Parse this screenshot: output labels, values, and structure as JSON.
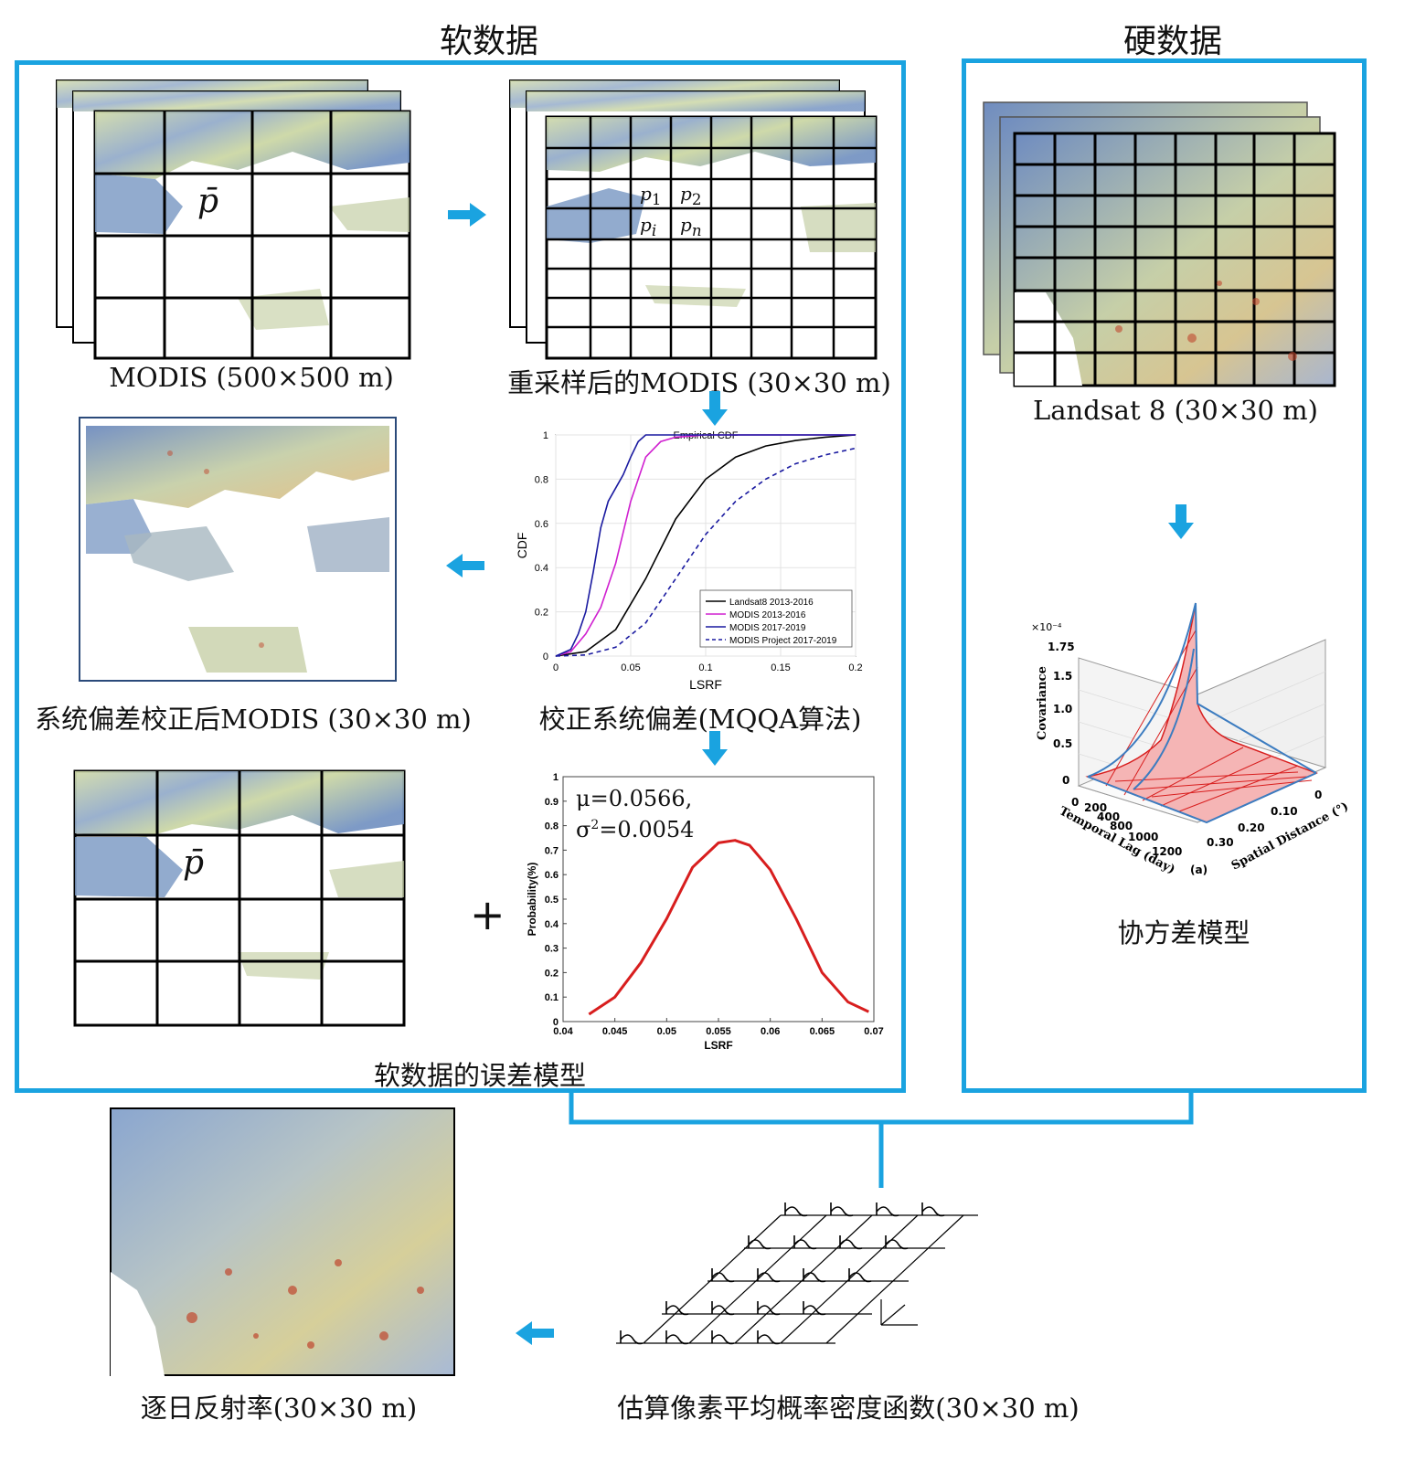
{
  "sections": {
    "soft_title": "软数据",
    "hard_title": "硬数据"
  },
  "captions": {
    "modis": "MODIS (500×500 m)",
    "resampled": "重采样后的MODIS  (30×30 m)",
    "landsat": "Landsat 8 (30×30 m)",
    "corrected": "系统偏差校正后MODIS (30×30 m)",
    "mqqa": "校正系统偏差(MQQA算法)",
    "error_model": "软数据的误差模型",
    "covariance": "协方差模型",
    "daily": "逐日反射率(30×30  m)",
    "pdf": "估算像素平均概率密度函数(30×30 m)"
  },
  "symbols": {
    "pbar": "p̄",
    "p1": "p",
    "p1_sub": "1",
    "p2": "p",
    "p2_sub": "2",
    "pi": "p",
    "pi_sub": "i",
    "pn": "p",
    "pn_sub": "n",
    "plus": "+"
  },
  "colors": {
    "accent": "#1aa3e0",
    "red_curve": "#d81e1e",
    "landsat_line": "#000000",
    "modis_1316": "#d020d0",
    "modis_1719": "#1a1aa0",
    "modis_project": "#1a1aa0"
  },
  "icons": [
    "arrow-right-icon",
    "arrow-down-icon",
    "arrow-left-icon"
  ],
  "chart_data": [
    {
      "type": "line",
      "title": "Empirical CDF",
      "xlabel": "LSRF",
      "ylabel": "CDF",
      "xlim": [
        0,
        0.2
      ],
      "ylim": [
        0,
        1
      ],
      "x_ticks": [
        "0",
        "0.05",
        "0.1",
        "0.15",
        "0.2"
      ],
      "y_ticks": [
        "0",
        "0.2",
        "0.4",
        "0.6",
        "0.8",
        "1"
      ],
      "legend_position": "bottom-right",
      "series": [
        {
          "name": "Landsat8 2013-2016",
          "style": "solid",
          "x": [
            0,
            0.02,
            0.04,
            0.06,
            0.08,
            0.1,
            0.12,
            0.14,
            0.16,
            0.18,
            0.2
          ],
          "y": [
            0,
            0.02,
            0.12,
            0.35,
            0.62,
            0.8,
            0.9,
            0.95,
            0.975,
            0.99,
            1.0
          ]
        },
        {
          "name": "MODIS 2013-2016",
          "style": "solid",
          "x": [
            0,
            0.01,
            0.02,
            0.03,
            0.04,
            0.05,
            0.06,
            0.07,
            0.08,
            0.1,
            0.2
          ],
          "y": [
            0,
            0.02,
            0.1,
            0.22,
            0.42,
            0.7,
            0.9,
            0.97,
            0.99,
            1.0,
            1.0
          ]
        },
        {
          "name": "MODIS 2017-2019",
          "style": "solid",
          "x": [
            0,
            0.01,
            0.015,
            0.02,
            0.025,
            0.03,
            0.035,
            0.04,
            0.045,
            0.05,
            0.055,
            0.06,
            0.2
          ],
          "y": [
            0,
            0.03,
            0.1,
            0.2,
            0.38,
            0.58,
            0.7,
            0.76,
            0.82,
            0.9,
            0.97,
            1.0,
            1.0
          ]
        },
        {
          "name": "MODIS Project 2017-2019",
          "style": "dashed",
          "x": [
            0,
            0.02,
            0.04,
            0.06,
            0.08,
            0.1,
            0.12,
            0.14,
            0.16,
            0.18,
            0.2
          ],
          "y": [
            0,
            0.005,
            0.04,
            0.15,
            0.35,
            0.55,
            0.7,
            0.8,
            0.87,
            0.91,
            0.94
          ]
        }
      ]
    },
    {
      "type": "line",
      "title": "",
      "xlabel": "LSRF",
      "ylabel": "Probability(%)",
      "xlim": [
        0.04,
        0.07
      ],
      "ylim": [
        0,
        1
      ],
      "x_ticks": [
        "0.04",
        "0.045",
        "0.05",
        "0.055",
        "0.06",
        "0.065",
        "0.07"
      ],
      "y_ticks": [
        "0",
        "0.1",
        "0.2",
        "0.3",
        "0.4",
        "0.5",
        "0.6",
        "0.7",
        "0.8",
        "0.9",
        "1"
      ],
      "annotation_mu": "μ=0.0566,",
      "annotation_sigma": "σ",
      "annotation_sigma_sup": "2",
      "annotation_sigma_val": "=0.0054",
      "series": [
        {
          "name": "",
          "x": [
            0.0425,
            0.045,
            0.0475,
            0.05,
            0.0525,
            0.055,
            0.0566,
            0.058,
            0.06,
            0.0625,
            0.065,
            0.0675,
            0.0695
          ],
          "y": [
            0.03,
            0.1,
            0.24,
            0.42,
            0.63,
            0.73,
            0.74,
            0.72,
            0.62,
            0.42,
            0.2,
            0.08,
            0.04
          ]
        }
      ]
    },
    {
      "type": "surface",
      "title": "",
      "zlabel": "Covariance",
      "z_scale": "×10⁻⁴",
      "z_ticks": [
        "0",
        "0.5",
        "1.0",
        "1.5",
        "1.75"
      ],
      "xlabel": "Temporal Lag (day)",
      "x_ticks": [
        "0",
        "200",
        "400",
        "800",
        "1000",
        "1200"
      ],
      "ylabel": "Spatial Distance (°)",
      "y_ticks": [
        "0",
        "0.10",
        "0.20",
        "0.30"
      ],
      "panel_label": "(a)"
    }
  ]
}
